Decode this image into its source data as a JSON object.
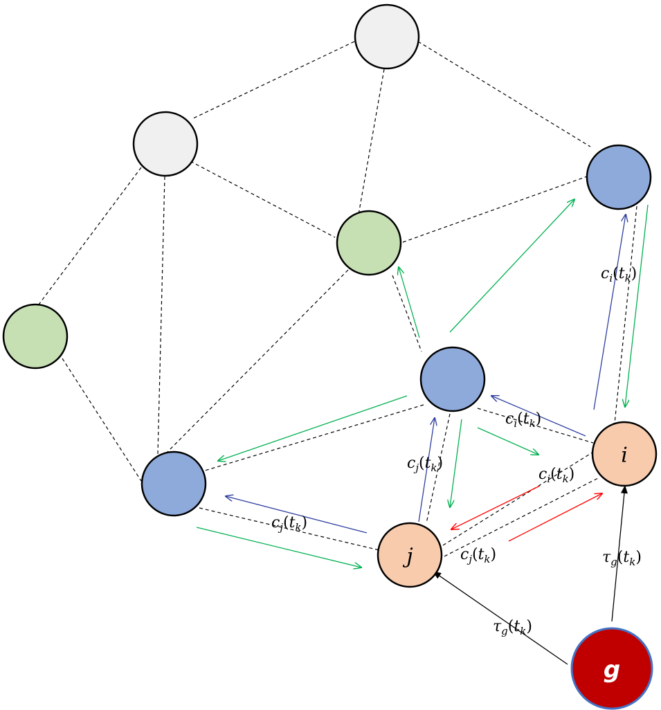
{
  "colors": {
    "gray": "#f0f0f0",
    "green": "#c6e0b4",
    "blue": "#8eaadb",
    "peach": "#f8cbad",
    "red": "#c00000",
    "red_border": "#4472c4",
    "green_arrow": "#00b050",
    "blue_arrow": "#2f3fa0",
    "red_arrow": "#ff0000",
    "black": "#000000"
  },
  "nodes": {
    "i": {
      "label": "i"
    },
    "j": {
      "label": "j"
    },
    "g": {
      "label": "g"
    }
  },
  "labels": {
    "ci_top_right": {
      "sym": "c",
      "sub": "i",
      "arg": "t",
      "argsub": "k"
    },
    "ci_mid": {
      "sym": "c",
      "sub": "i",
      "arg": "t",
      "argsub": "k"
    },
    "ci_red": {
      "sym": "c",
      "sub": "i",
      "arg": "t",
      "argsub": "k"
    },
    "cj_vertical": {
      "sym": "c",
      "sub": "j",
      "arg": "t",
      "argsub": "k"
    },
    "cj_left": {
      "sym": "c",
      "sub": "j",
      "arg": "t",
      "argsub": "k"
    },
    "cj_bottom": {
      "sym": "c",
      "sub": "j",
      "arg": "t",
      "argsub": "k"
    },
    "tau_right": {
      "sym": "τ",
      "sub": "g",
      "arg": "t",
      "argsub": "k"
    },
    "tau_left": {
      "sym": "τ",
      "sub": "g",
      "arg": "t",
      "argsub": "k"
    }
  }
}
